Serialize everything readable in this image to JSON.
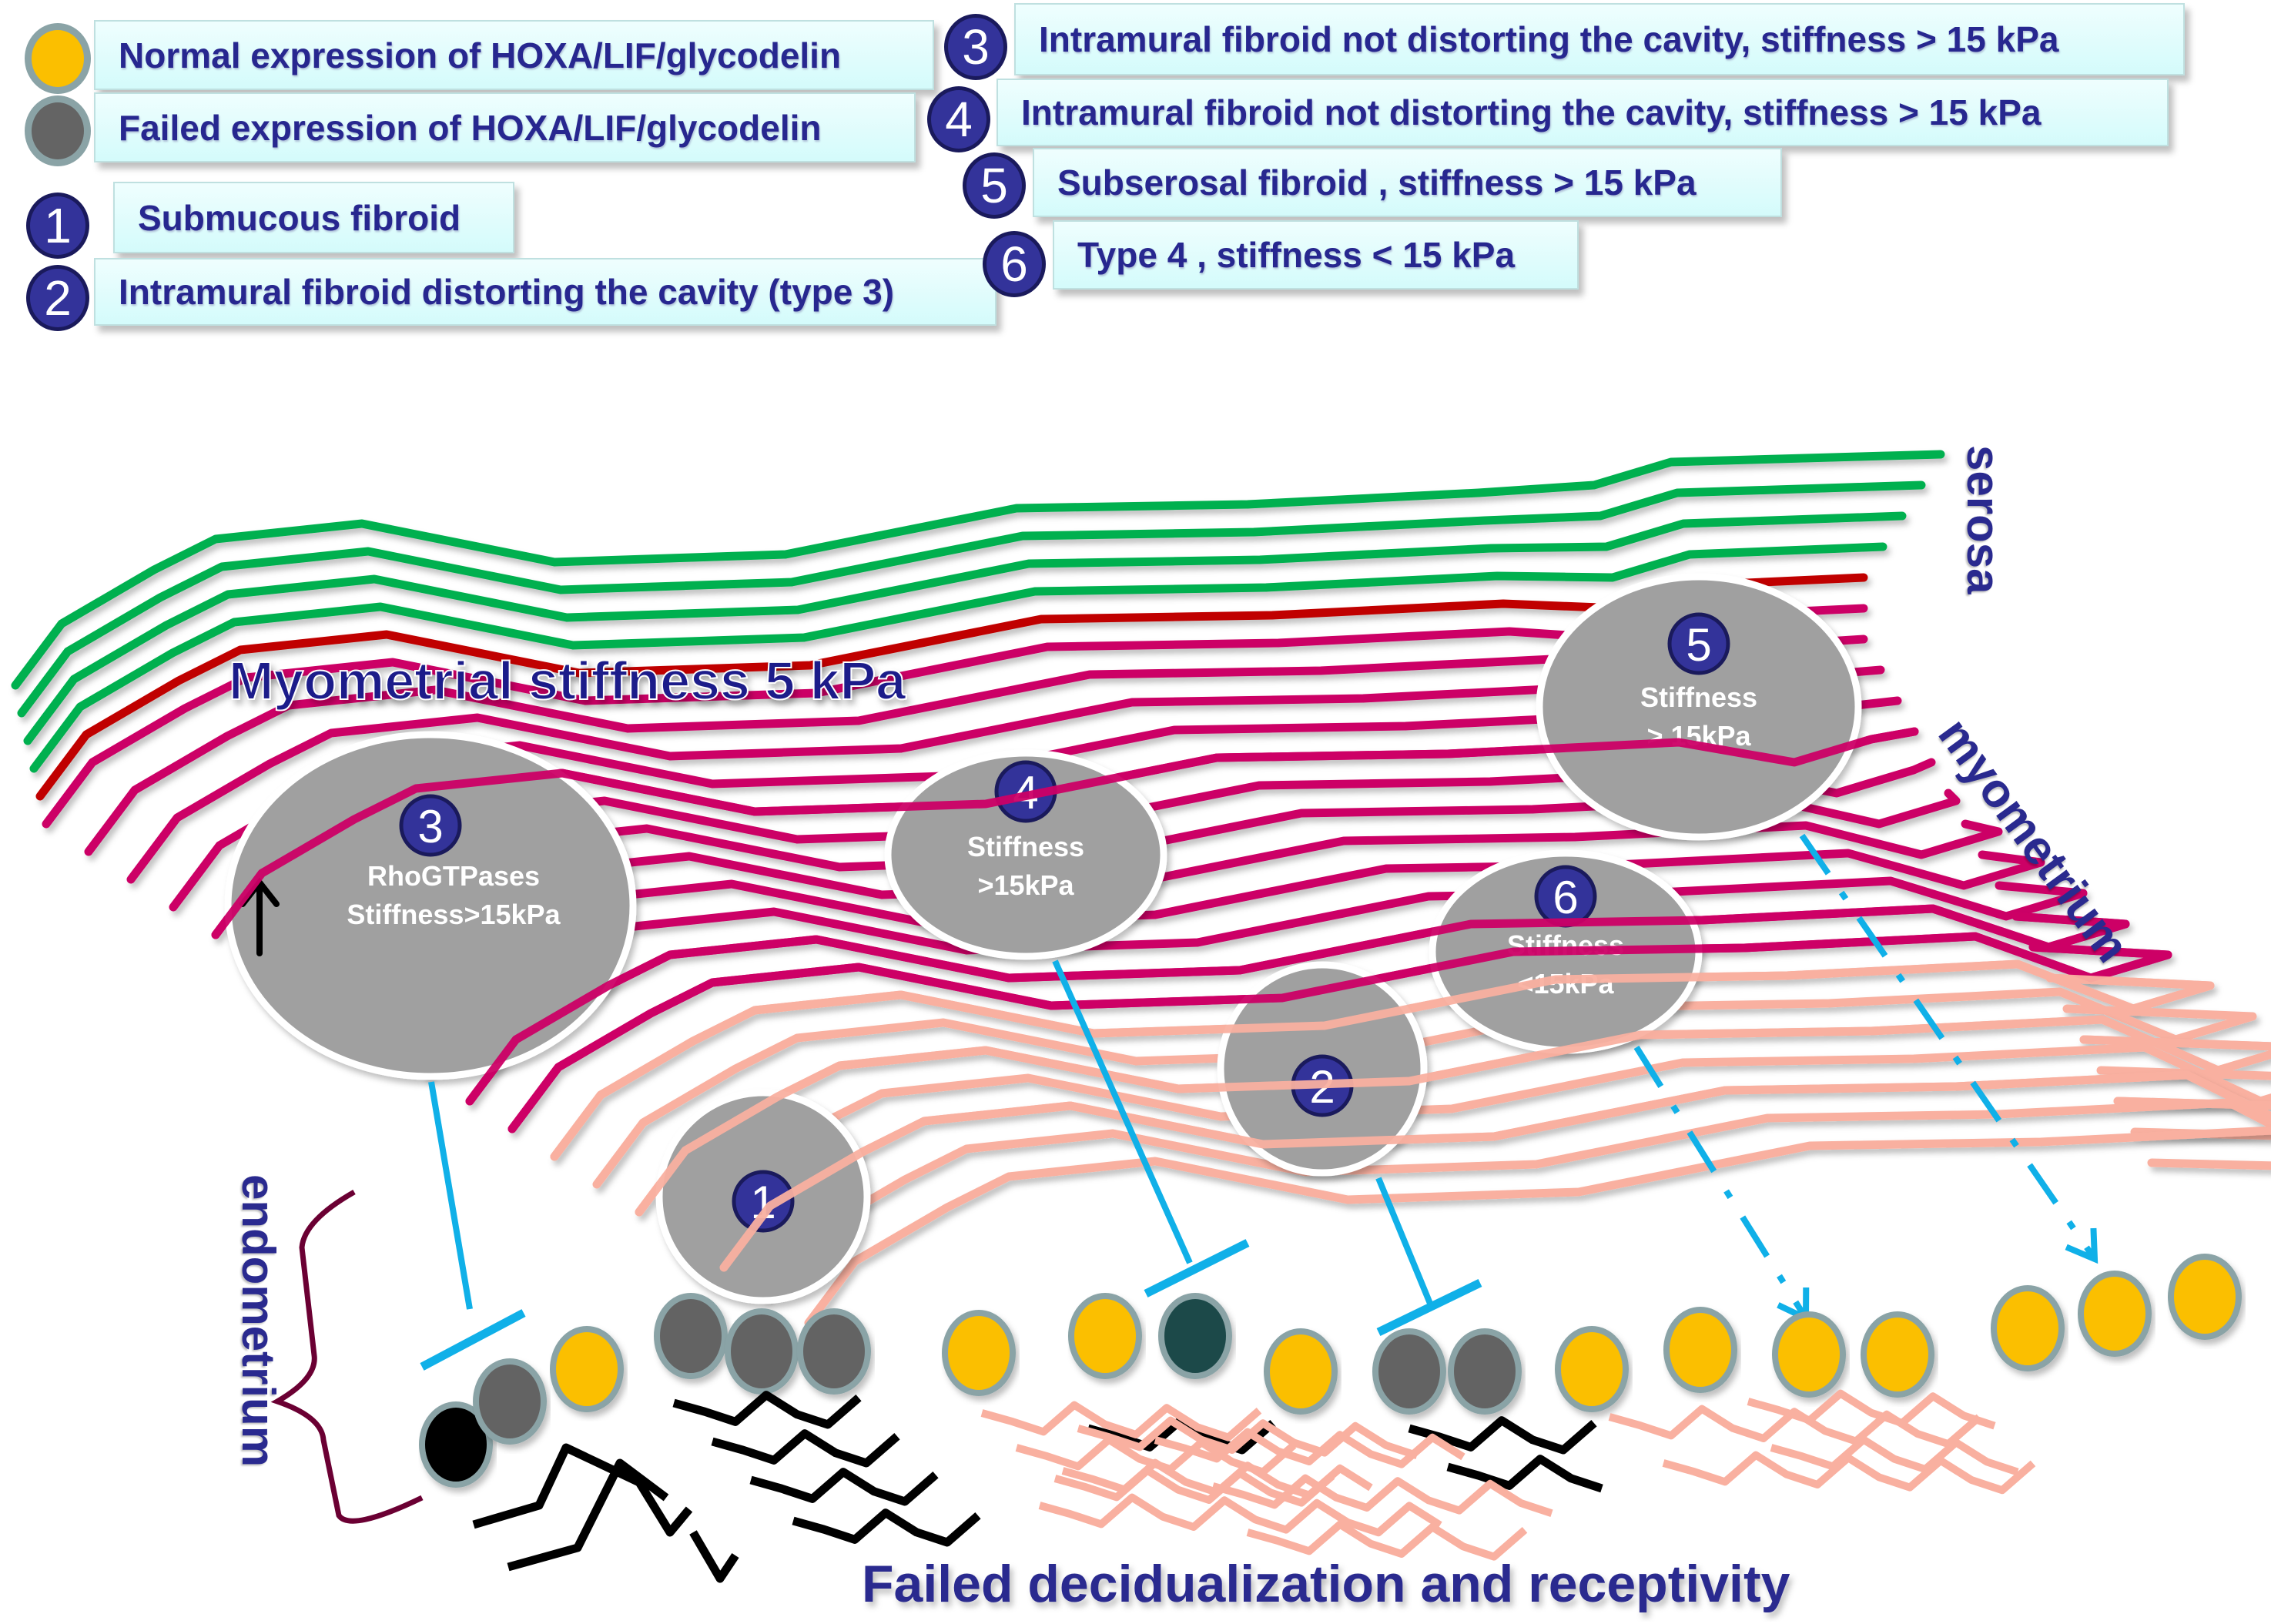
{
  "legend": {
    "cells": [
      {
        "label": "Normal expression of HOXA/LIF/glycodelin",
        "color": "#fbbf00"
      },
      {
        "label": "Failed expression of HOXA/LIF/glycodelin",
        "color": "#646464"
      }
    ],
    "fibroids": [
      {
        "number": "1",
        "label": "Submucous fibroid"
      },
      {
        "number": "2",
        "label": "Intramural fibroid distorting the cavity (type 3)"
      },
      {
        "number": "3",
        "label": "Intramural fibroid not distorting the cavity, stiffness > 15 kPa"
      },
      {
        "number": "4",
        "label": "Intramural fibroid not distorting the cavity, stiffness > 15 kPa"
      },
      {
        "number": "5",
        "label": "Subserosal fibroid , stiffness > 15 kPa"
      },
      {
        "number": "6",
        "label": "Type 4 , stiffness < 15 kPa"
      }
    ]
  },
  "diagram": {
    "myometrial_label": "Myometrial stiffness 5 kPa",
    "layer_labels": {
      "serosa": "serosa",
      "myometrium": "myometrium",
      "endometrium": "endometrium"
    },
    "fibroids": [
      {
        "number": "3",
        "line1": "RhoGTPases",
        "line2": "Stiffness>15kPa",
        "arrow": "up-arrow"
      },
      {
        "number": "4",
        "line1": "Stiffness",
        "line2": ">15kPa"
      },
      {
        "number": "5",
        "line1": "Stiffness",
        "line2": "> 15kPa"
      },
      {
        "number": "6",
        "line1": "Stiffness",
        "line2": "<15kPa"
      },
      {
        "number": "2",
        "line1": "",
        "line2": ""
      },
      {
        "number": "1",
        "line1": "",
        "line2": ""
      }
    ],
    "cell_sequence": [
      "black",
      "failed",
      "normal",
      "failed",
      "failed",
      "failed",
      "normal",
      "normal",
      "darkteal",
      "normal",
      "failed",
      "failed",
      "normal",
      "normal",
      "normal",
      "normal",
      "normal",
      "normal",
      "normal"
    ],
    "colors": {
      "serosa": "#00b050",
      "boundary": "#c00000",
      "myometrium": "#cc0066",
      "endometrium": "#f9b0a0",
      "inhibition": "#10b0e8",
      "badge": "#33339a",
      "fibroid": "#a0a0a0",
      "normal_cell": "#fbbf00",
      "failed_cell": "#646464",
      "dark_cell": "#1e4a4a",
      "black_cell": "#000000",
      "text": "#2a2a8f"
    },
    "caption": "Failed decidualization and receptivity"
  }
}
